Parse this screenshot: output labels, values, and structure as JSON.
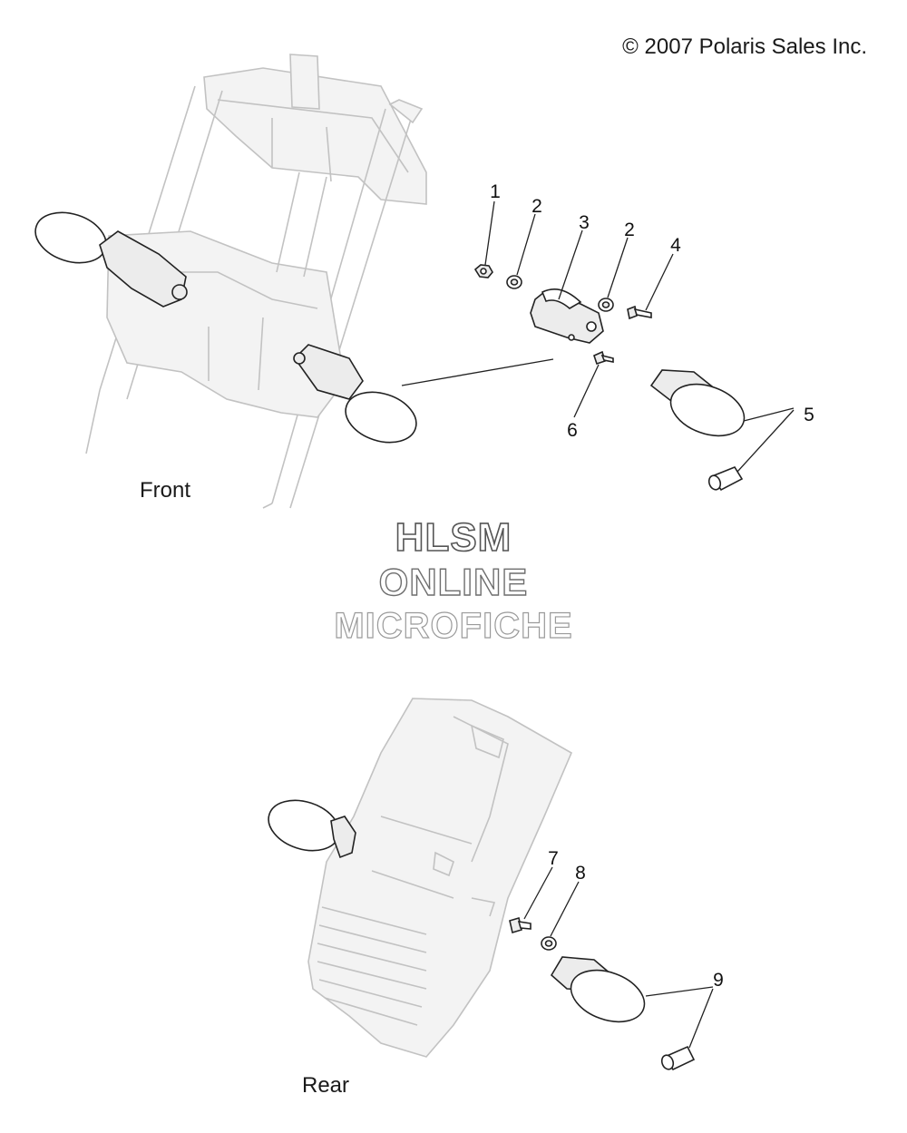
{
  "copyright": "© 2007 Polaris Sales Inc.",
  "views": {
    "front": "Front",
    "rear": "Rear"
  },
  "watermark": [
    "HLSM",
    "ONLINE",
    "MICROFICHE"
  ],
  "callouts": [
    {
      "id": "c1",
      "number": "1"
    },
    {
      "id": "c2a",
      "number": "2"
    },
    {
      "id": "c3",
      "number": "3"
    },
    {
      "id": "c2b",
      "number": "2"
    },
    {
      "id": "c4",
      "number": "4"
    },
    {
      "id": "c5",
      "number": "5"
    },
    {
      "id": "c6",
      "number": "6"
    },
    {
      "id": "c7",
      "number": "7"
    },
    {
      "id": "c8",
      "number": "8"
    },
    {
      "id": "c9",
      "number": "9"
    }
  ]
}
